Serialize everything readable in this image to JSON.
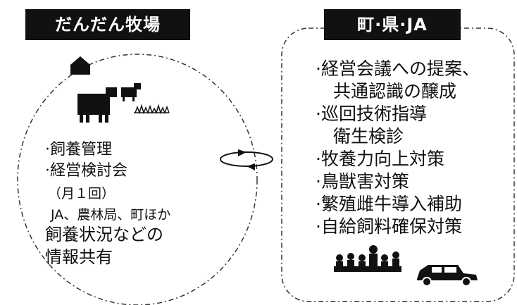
{
  "left_panel": {
    "title": "だんだん牧場",
    "bullet_1": "·飼養管理",
    "bullet_2": "·経営検討会",
    "note_1": "（月１回）",
    "note_2": "JA、農林局、町ほか",
    "share_1": "飼養状況などの",
    "share_2": "情報共有"
  },
  "right_panel": {
    "title": "町·県·JA",
    "items": [
      "·経営会議への提案、",
      "　共通認識の醸成",
      "·巡回技術指導",
      "　衛生検診",
      "·牧養力向上対策",
      "·鳥獣害対策",
      "·繁殖雌牛導入補助",
      "·自給飼料確保対策"
    ]
  },
  "icons": [
    "barn-icon",
    "cows-icon",
    "grass-icon",
    "cycle-arrows-icon",
    "people-group-icon",
    "car-icon"
  ]
}
